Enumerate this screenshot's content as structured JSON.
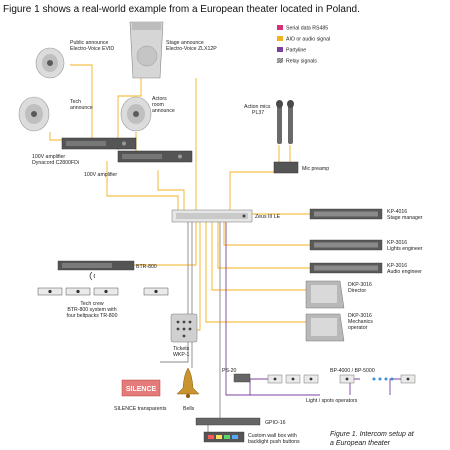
{
  "intro": "Figure 1 shows a real-world example from a European theater located in Poland.",
  "legend": [
    {
      "label": "Serial data RS485",
      "color": "#d6307a"
    },
    {
      "label": "AIO or audio signal",
      "color": "#f2b11e"
    },
    {
      "label": "Partyline",
      "color": "#7b3fa0"
    },
    {
      "label": "Relay signals",
      "color": "#777777"
    }
  ],
  "labels": {
    "public_announce": [
      "Public announce",
      "Electro-Voice EVID"
    ],
    "stage_announce": [
      "Stage announce",
      "Electro-Voice ZLX12P"
    ],
    "tech_announce": [
      "Tech",
      "announce"
    ],
    "actors_announce": [
      "Actors",
      "room",
      "announce"
    ],
    "amp100": [
      "100V amplifier",
      "Dynacord C2800FDi"
    ],
    "amp100b": [
      "100V amplifier"
    ],
    "action_mics": [
      "Action mics",
      "PL37"
    ],
    "mic_preamp": [
      "Mic preamp"
    ],
    "zeus": [
      "Zeus III LE"
    ],
    "kp4016": [
      "KP-4016",
      "Stage manager"
    ],
    "kp3016_lights": [
      "KP-3016",
      "Lights engineer"
    ],
    "kp3016_audio": [
      "KP-3016",
      "Audio engineer"
    ],
    "dkp_director": [
      "DKP-3016",
      "Director"
    ],
    "dkp_mechanics": [
      "DKP-3016",
      "Mechanics",
      "operator"
    ],
    "btr800": [
      "BTR-800"
    ],
    "tech_crew": [
      "Tech crew",
      "BTR-800 system with",
      "four beltpacks TR-800"
    ],
    "tickets": [
      "Tickets",
      "WKP-1"
    ],
    "ps20": [
      "PS-20"
    ],
    "bp_pair": [
      "BP-4000 / BP-5000"
    ],
    "light_spots": [
      "Light / spots operators"
    ],
    "silence_sign": [
      "SILENCE"
    ],
    "silence_transparents": [
      "SILENCE transparents"
    ],
    "bells": [
      "Bells"
    ],
    "gpio": [
      "GPIO-16"
    ],
    "wall_box": [
      "Custom wall box with",
      "backlight push buttons"
    ]
  },
  "caption": [
    "Figure 1. Intercom setup at",
    "a European theater"
  ]
}
